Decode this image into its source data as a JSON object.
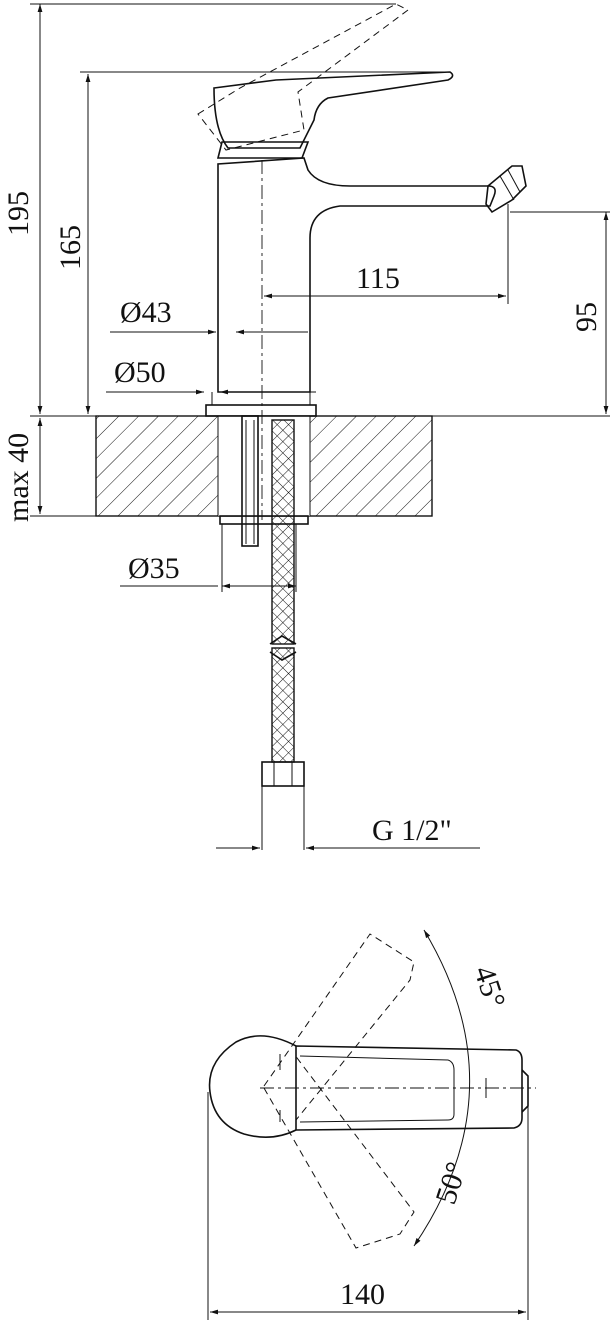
{
  "dimensions": {
    "total_height": "195",
    "body_height": "165",
    "spout_reach": "115",
    "spout_height": "95",
    "body_diameter": "Ø43",
    "base_diameter": "Ø50",
    "max_countertop": "max 40",
    "hole_diameter": "Ø35",
    "connection_thread": "G 1/2\"",
    "width": "140",
    "rotation_angle_1": "45°",
    "rotation_angle_2": "50°"
  }
}
